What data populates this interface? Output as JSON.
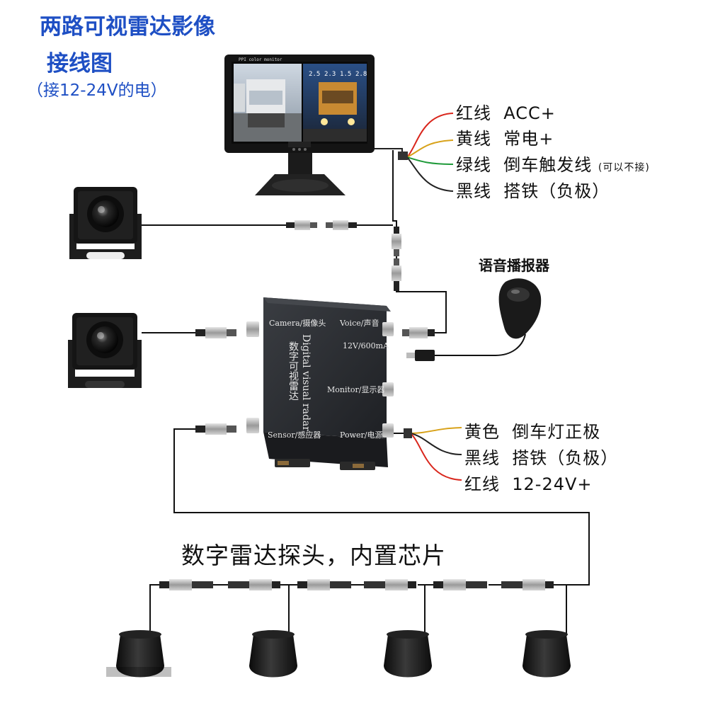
{
  "title": {
    "line1": "两路可视雷达影像",
    "line2": "接线图",
    "line3": "（接12-24V的电）"
  },
  "monitor": {
    "top_label": "PPI color monitor",
    "distances": [
      "2.5",
      "2.3",
      "1.5",
      "2.8"
    ]
  },
  "monitor_wires": [
    {
      "color_name": "红线",
      "function": "ACC+",
      "wire_color": "#d9261c"
    },
    {
      "color_name": "黄线",
      "function": "常电+",
      "wire_color": "#d8a21a"
    },
    {
      "color_name": "绿线",
      "function": "倒车触发线",
      "note": "(可以不接)",
      "wire_color": "#1f9a3a"
    },
    {
      "color_name": "黑线",
      "function": "搭铁（负极）",
      "wire_color": "#222222"
    }
  ],
  "speaker": {
    "label": "语音播报器"
  },
  "control_box": {
    "ports": {
      "camera": "Camera/摄像头",
      "voice": "Voice/声音",
      "rating": "12V/600mA",
      "monitor": "Monitor/显示器",
      "sensor": "Sensor/感应器",
      "power": "Power/电源"
    },
    "name_en": "Digital visual radar",
    "name_cn": "数字可视雷达"
  },
  "power_wires": [
    {
      "color_name": "黄色",
      "function": "倒车灯正极",
      "wire_color": "#d8a21a"
    },
    {
      "color_name": "黑线",
      "function": "搭铁（负极）",
      "wire_color": "#222222"
    },
    {
      "color_name": "红线",
      "function": "12-24V+",
      "wire_color": "#d9261c"
    }
  ],
  "sensors": {
    "label": "数字雷达探头，内置芯片"
  },
  "colors": {
    "title_blue": "#1e4fc4",
    "box": "#2b2e33",
    "connector_metal": "#b8b8b8"
  }
}
